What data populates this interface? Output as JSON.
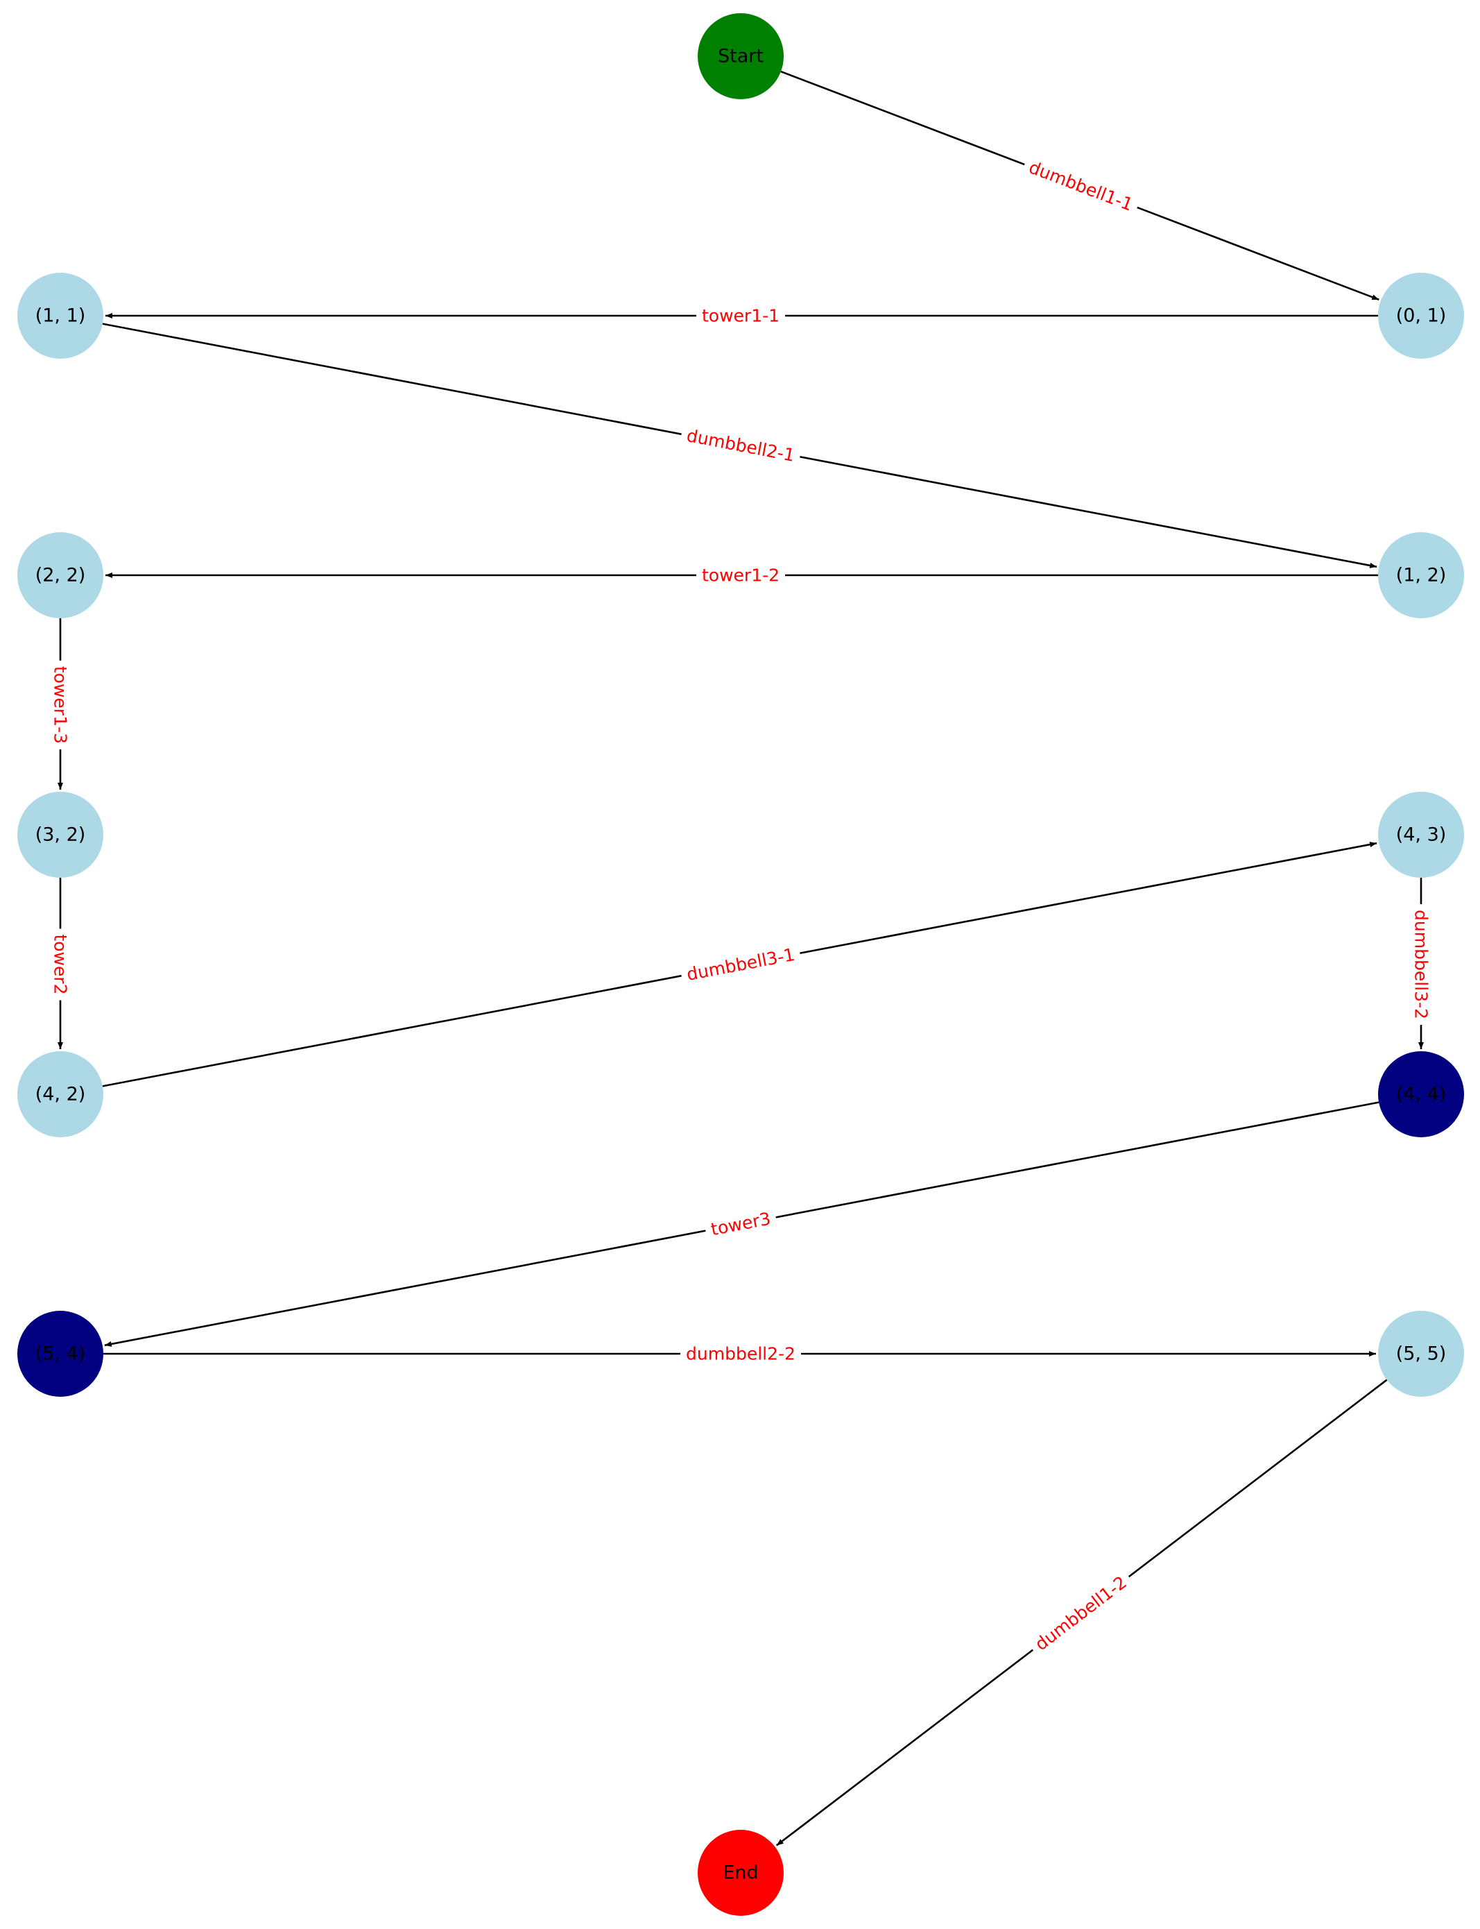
{
  "colors": {
    "start": "#008000",
    "end": "#ff0000",
    "default_node": "#add8e6",
    "highlight_node": "#000080",
    "node_text": "#000000",
    "edge": "#000000",
    "edge_label": "#ff0000"
  },
  "nodes": [
    {
      "id": "start",
      "label": "Start",
      "color": "#008000"
    },
    {
      "id": "n01",
      "label": "(0, 1)",
      "color": "#add8e6"
    },
    {
      "id": "n11",
      "label": "(1, 1)",
      "color": "#add8e6"
    },
    {
      "id": "n12",
      "label": "(1, 2)",
      "color": "#add8e6"
    },
    {
      "id": "n22",
      "label": "(2, 2)",
      "color": "#add8e6"
    },
    {
      "id": "n32",
      "label": "(3, 2)",
      "color": "#add8e6"
    },
    {
      "id": "n43",
      "label": "(4, 3)",
      "color": "#add8e6"
    },
    {
      "id": "n42",
      "label": "(4, 2)",
      "color": "#add8e6"
    },
    {
      "id": "n44",
      "label": "(4, 4)",
      "color": "#000080"
    },
    {
      "id": "n54",
      "label": "(5, 4)",
      "color": "#000080"
    },
    {
      "id": "n55",
      "label": "(5, 5)",
      "color": "#add8e6"
    },
    {
      "id": "end",
      "label": "End",
      "color": "#ff0000"
    }
  ],
  "edges": [
    {
      "from": "start",
      "to": "n01",
      "label": "dumbbell1-1"
    },
    {
      "from": "n01",
      "to": "n11",
      "label": "tower1-1"
    },
    {
      "from": "n11",
      "to": "n12",
      "label": "dumbbell2-1"
    },
    {
      "from": "n12",
      "to": "n22",
      "label": "tower1-2"
    },
    {
      "from": "n22",
      "to": "n32",
      "label": "tower1-3"
    },
    {
      "from": "n32",
      "to": "n42",
      "label": "tower2"
    },
    {
      "from": "n42",
      "to": "n43",
      "label": "dumbbell3-1"
    },
    {
      "from": "n43",
      "to": "n44",
      "label": "dumbbell3-2"
    },
    {
      "from": "n44",
      "to": "n54",
      "label": "tower3"
    },
    {
      "from": "n54",
      "to": "n55",
      "label": "dumbbell2-2"
    },
    {
      "from": "n55",
      "to": "end",
      "label": "dumbbell1-2"
    }
  ]
}
